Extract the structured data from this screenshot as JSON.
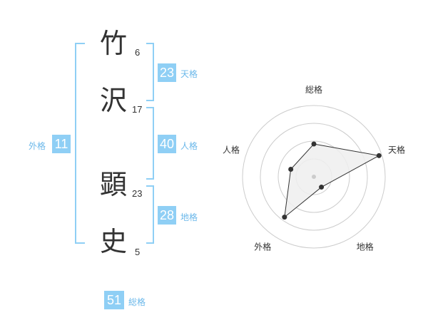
{
  "name": {
    "chars": [
      {
        "char": "竹",
        "strokes": "6"
      },
      {
        "char": "沢",
        "strokes": "17"
      },
      {
        "char": "顕",
        "strokes": "23"
      },
      {
        "char": "史",
        "strokes": "5"
      }
    ]
  },
  "fortunes": {
    "tenkaku": {
      "value": "23",
      "label": "天格"
    },
    "jinkaku": {
      "value": "40",
      "label": "人格"
    },
    "chikaku": {
      "value": "28",
      "label": "地格"
    },
    "gaikaku": {
      "value": "11",
      "label": "外格"
    },
    "soukaku": {
      "value": "51",
      "label": "総格"
    }
  },
  "chart_data": {
    "type": "radar",
    "axes": [
      "総格",
      "天格",
      "地格",
      "外格",
      "人格"
    ],
    "values": [
      2.3,
      4.8,
      0.9,
      3.5,
      1.7
    ],
    "max": 5,
    "rings": 4,
    "colors": {
      "fill": "#efefef",
      "line": "#333333",
      "grid": "#cccccc",
      "center": "#cccccc"
    }
  }
}
